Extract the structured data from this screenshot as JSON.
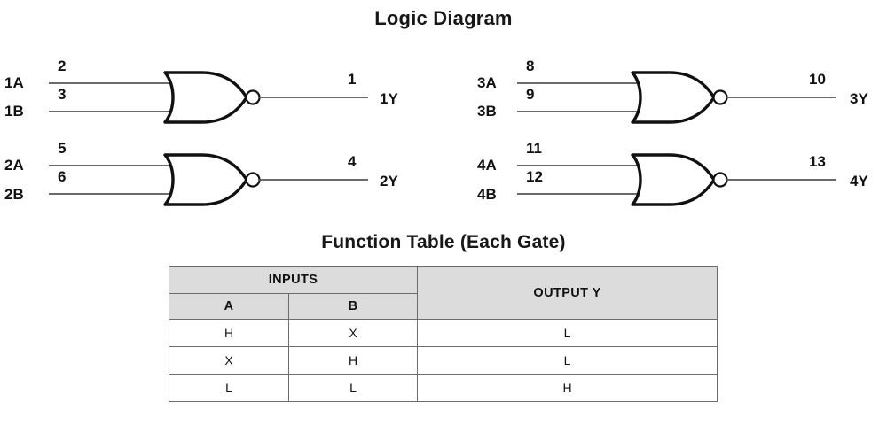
{
  "logic_diagram": {
    "title": "Logic Diagram",
    "gate_type": "NOR",
    "gates": [
      {
        "name": "gate-1",
        "input_a_label": "1A",
        "input_a_pin": "2",
        "input_b_label": "1B",
        "input_b_pin": "3",
        "output_label": "1Y",
        "output_pin": "1"
      },
      {
        "name": "gate-2",
        "input_a_label": "2A",
        "input_a_pin": "5",
        "input_b_label": "2B",
        "input_b_pin": "6",
        "output_label": "2Y",
        "output_pin": "4"
      },
      {
        "name": "gate-3",
        "input_a_label": "3A",
        "input_a_pin": "8",
        "input_b_label": "3B",
        "input_b_pin": "9",
        "output_label": "3Y",
        "output_pin": "10"
      },
      {
        "name": "gate-4",
        "input_a_label": "4A",
        "input_a_pin": "11",
        "input_b_label": "4B",
        "input_b_pin": "12",
        "output_label": "4Y",
        "output_pin": "13"
      }
    ]
  },
  "function_table": {
    "title": "Function Table (Each Gate)",
    "header_group_inputs": "INPUTS",
    "header_output": "OUTPUT Y",
    "header_a": "A",
    "header_b": "B",
    "rows": [
      {
        "a": "H",
        "b": "X",
        "y": "L"
      },
      {
        "a": "X",
        "b": "H",
        "y": "L"
      },
      {
        "a": "L",
        "b": "L",
        "y": "H"
      }
    ]
  },
  "colors": {
    "line": "#111111",
    "wire": "#555555",
    "header_fill": "#dcdcdc",
    "border": "#6d6d6d",
    "text": "#111111",
    "background": "#ffffff"
  }
}
